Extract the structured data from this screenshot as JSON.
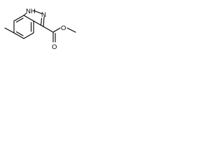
{
  "molecule": {
    "atom_labels": {
      "nh": "NH",
      "n2": "N",
      "o_carbonyl": "O",
      "o_ester": "O"
    },
    "bond_color": "#000000",
    "label_color": "#000000"
  }
}
